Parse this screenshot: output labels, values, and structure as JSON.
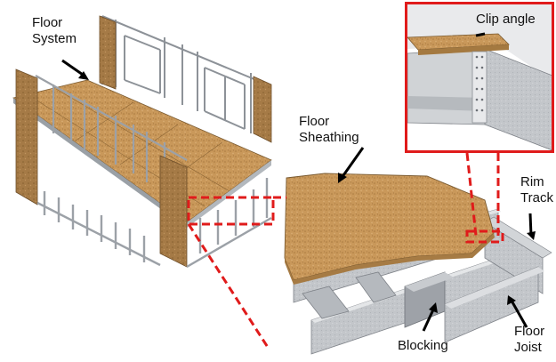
{
  "labels": {
    "floor_system": [
      "Floor",
      "System"
    ],
    "clip_angle": "Clip angle",
    "floor_sheathing": [
      "Floor",
      "Sheathing"
    ],
    "rim_track": [
      "Rim",
      "Track"
    ],
    "blocking": "Blocking",
    "floor_joist": [
      "Floor",
      "Joist"
    ]
  },
  "colors": {
    "callout_red": "#e01b1b",
    "osb": "#c9985a",
    "steel": "#c6c9cd",
    "steel_dark": "#8c9096",
    "shear_panel": "#a57a46"
  }
}
